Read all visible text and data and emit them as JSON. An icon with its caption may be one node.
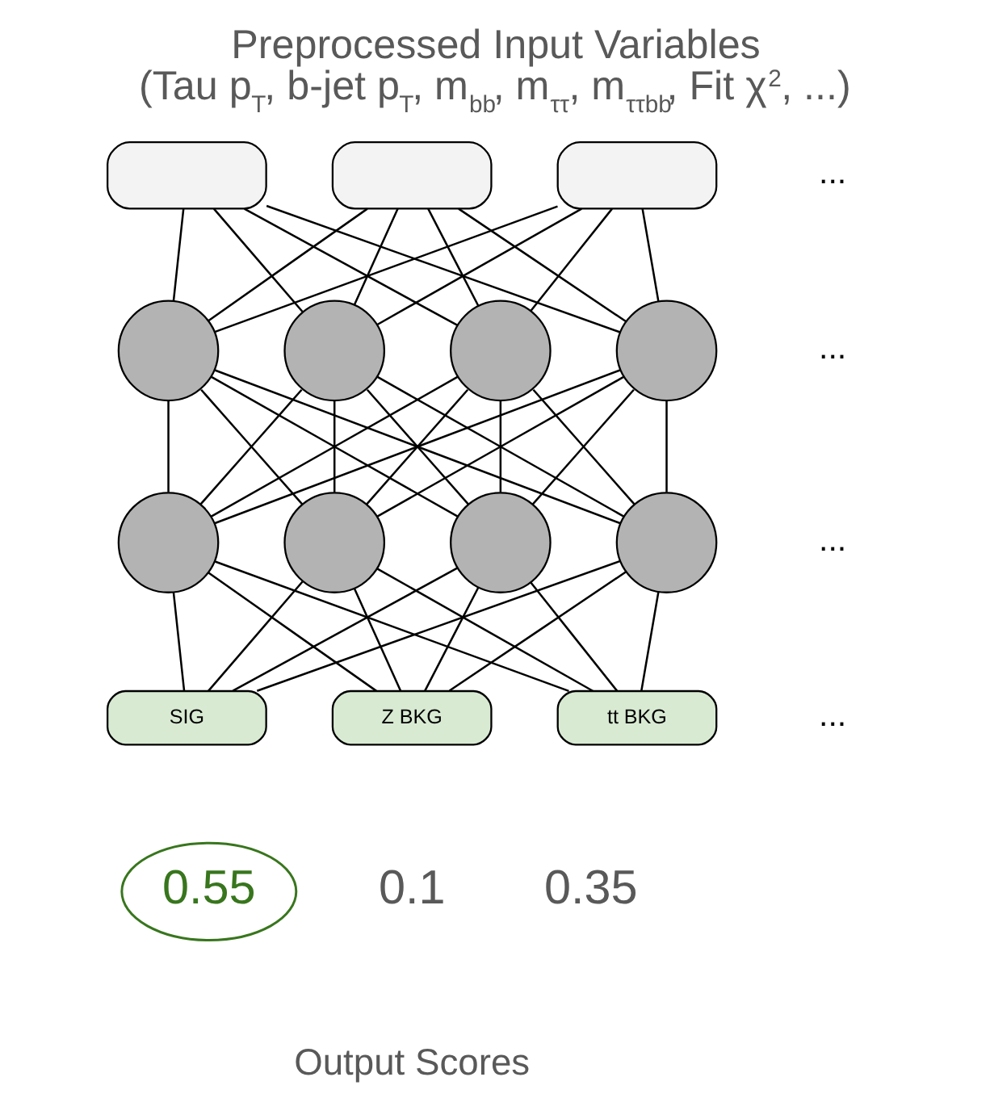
{
  "diagram": {
    "title": "Preprocessed Input Variables (Tau p$_{T}$, b-jet p$_{T}$, m$_{bb}$, m$_{ττ}$, m$_{ττbb}$, Fit χ$^{2}$, ...)",
    "caption": "Output Scores",
    "nodes": [
      {
        "text": [],
        "shape": "box"
      },
      {
        "text": [],
        "shape": "box"
      },
      {
        "text": [],
        "shape": "box"
      },
      {
        "text": [],
        "shape": "circle"
      },
      {
        "text": [],
        "shape": "circle"
      },
      {
        "text": [],
        "shape": "circle"
      },
      {
        "text": [],
        "shape": "circle"
      },
      {
        "text": [],
        "shape": "circle"
      },
      {
        "text": [],
        "shape": "circle"
      },
      {
        "text": [],
        "shape": "circle"
      },
      {
        "text": [],
        "shape": "circle"
      },
      {
        "text": [
          "SIG"
        ]
      },
      {
        "text": [
          "Z BKG"
        ]
      },
      {
        "text": [
          "tt BKG"
        ]
      },
      {
        "text": [
          "0.55"
        ]
      }
    ],
    "edges": [
      {
        "from": 0,
        "to": 3,
        "arrow": "none"
      },
      {
        "from": 0,
        "to": 4,
        "arrow": "none"
      },
      {
        "from": 0,
        "to": 5,
        "arrow": "none"
      },
      {
        "from": 0,
        "to": 6,
        "arrow": "none"
      },
      {
        "from": 1,
        "to": 3,
        "arrow": "none"
      },
      {
        "from": 1,
        "to": 4,
        "arrow": "none"
      },
      {
        "from": 1,
        "to": 5,
        "arrow": "none"
      },
      {
        "from": 1,
        "to": 6,
        "arrow": "none"
      },
      {
        "from": 2,
        "to": 3,
        "arrow": "none"
      },
      {
        "from": 2,
        "to": 4,
        "arrow": "none"
      },
      {
        "from": 2,
        "to": 5,
        "arrow": "none"
      },
      {
        "from": 2,
        "to": 6,
        "arrow": "none"
      },
      {
        "from": 3,
        "to": 7,
        "arrow": "none"
      },
      {
        "from": 3,
        "to": 8,
        "arrow": "none"
      },
      {
        "from": 3,
        "to": 9,
        "arrow": "none"
      },
      {
        "from": 3,
        "to": 10,
        "arrow": "none"
      },
      {
        "from": 4,
        "to": 7,
        "arrow": "none"
      },
      {
        "from": 4,
        "to": 8,
        "arrow": "none"
      },
      {
        "from": 4,
        "to": 9,
        "arrow": "none"
      },
      {
        "from": 4,
        "to": 10,
        "arrow": "none"
      },
      {
        "from": 5,
        "to": 7,
        "arrow": "none"
      },
      {
        "from": 5,
        "to": 8,
        "arrow": "none"
      },
      {
        "from": 5,
        "to": 9,
        "arrow": "none"
      },
      {
        "from": 5,
        "to": 10,
        "arrow": "none"
      },
      {
        "from": 6,
        "to": 7,
        "arrow": "none"
      },
      {
        "from": 6,
        "to": 8,
        "arrow": "none"
      },
      {
        "from": 6,
        "to": 9,
        "arrow": "none"
      },
      {
        "from": 6,
        "to": 10,
        "arrow": "none"
      },
      {
        "from": 7,
        "to": 11,
        "arrow": "none"
      },
      {
        "from": 7,
        "to": 12,
        "arrow": "none"
      },
      {
        "from": 7,
        "to": 13,
        "arrow": "none"
      },
      {
        "from": 8,
        "to": 11,
        "arrow": "none"
      },
      {
        "from": 8,
        "to": 12,
        "arrow": "none"
      },
      {
        "from": 8,
        "to": 13,
        "arrow": "none"
      },
      {
        "from": 9,
        "to": 11,
        "arrow": "none"
      },
      {
        "from": 9,
        "to": 12,
        "arrow": "none"
      },
      {
        "from": 9,
        "to": 13,
        "arrow": "none"
      },
      {
        "from": 10,
        "to": 11,
        "arrow": "none"
      },
      {
        "from": 10,
        "to": 12,
        "arrow": "none"
      },
      {
        "from": 10,
        "to": 13,
        "arrow": "none"
      }
    ],
    "labels": [
      "...",
      "...",
      "...",
      "...",
      "0.1",
      "0.35"
    ]
  }
}
